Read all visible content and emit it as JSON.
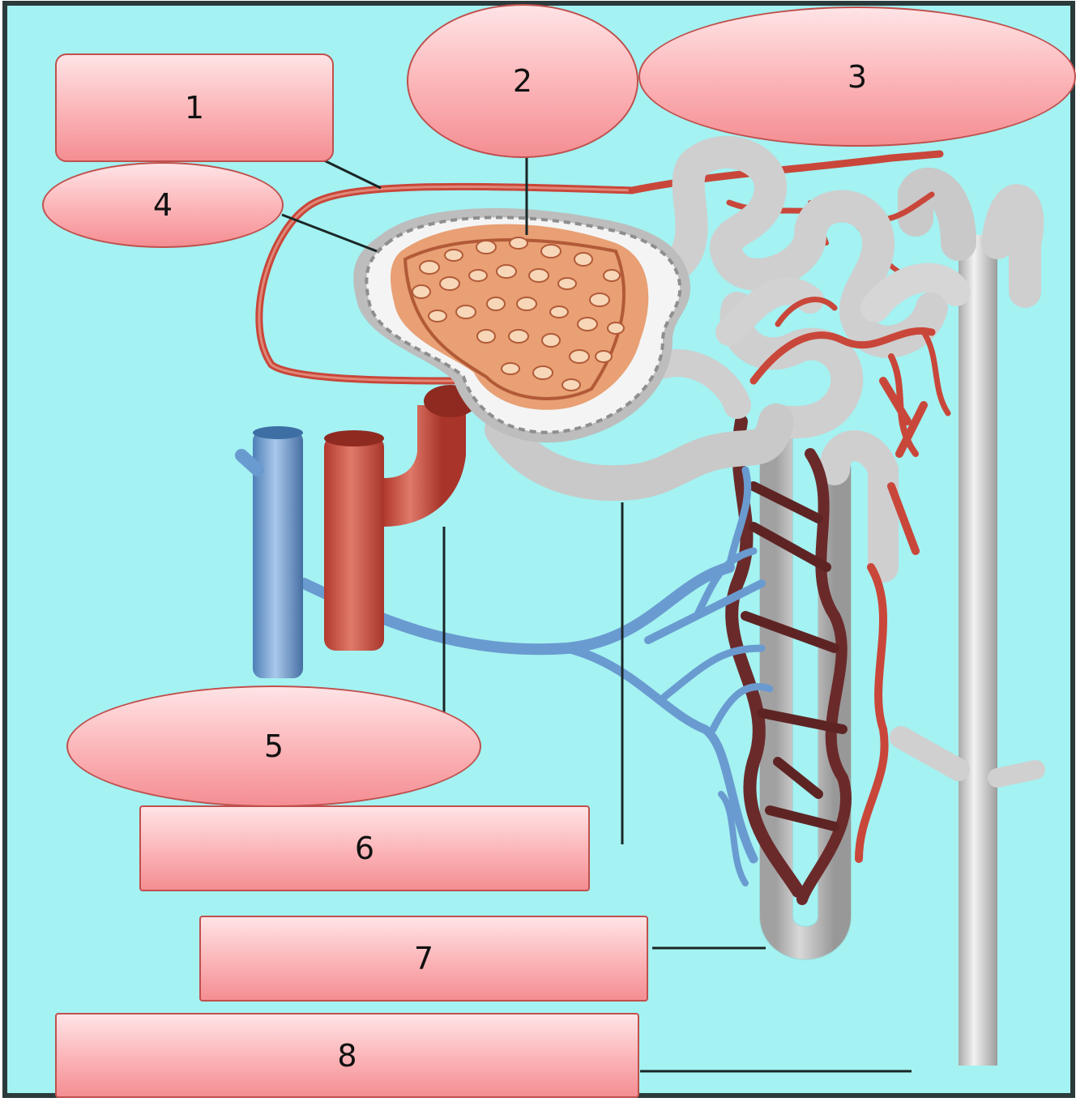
{
  "diagram": {
    "subject": "nephron",
    "colors": {
      "background": "#a4f2f2",
      "frame": "#2b3a3a",
      "tubule": "#d9d9d9",
      "tubule_shade": "#a9a9a9",
      "artery": "#c9473a",
      "artery_light": "#e07060",
      "vein": "#6a9bd0",
      "vein_dark": "#3d6fa5",
      "capillary_dark": "#6b2a2a",
      "glomerulus": "#e8a074",
      "leader": "#1a2626",
      "label_fill_top": "#ffe4e6",
      "label_fill_bottom": "#f48e93",
      "label_border": "#c0504d"
    },
    "labels": [
      {
        "id": "1",
        "text": "1",
        "shape": "rounded-rect"
      },
      {
        "id": "2",
        "text": "2",
        "shape": "oval"
      },
      {
        "id": "3",
        "text": "3",
        "shape": "oval"
      },
      {
        "id": "4",
        "text": "4",
        "shape": "oval"
      },
      {
        "id": "5",
        "text": "5",
        "shape": "oval"
      },
      {
        "id": "6",
        "text": "6",
        "shape": "rect"
      },
      {
        "id": "7",
        "text": "7",
        "shape": "rect"
      },
      {
        "id": "8",
        "text": "8",
        "shape": "rect"
      }
    ]
  }
}
